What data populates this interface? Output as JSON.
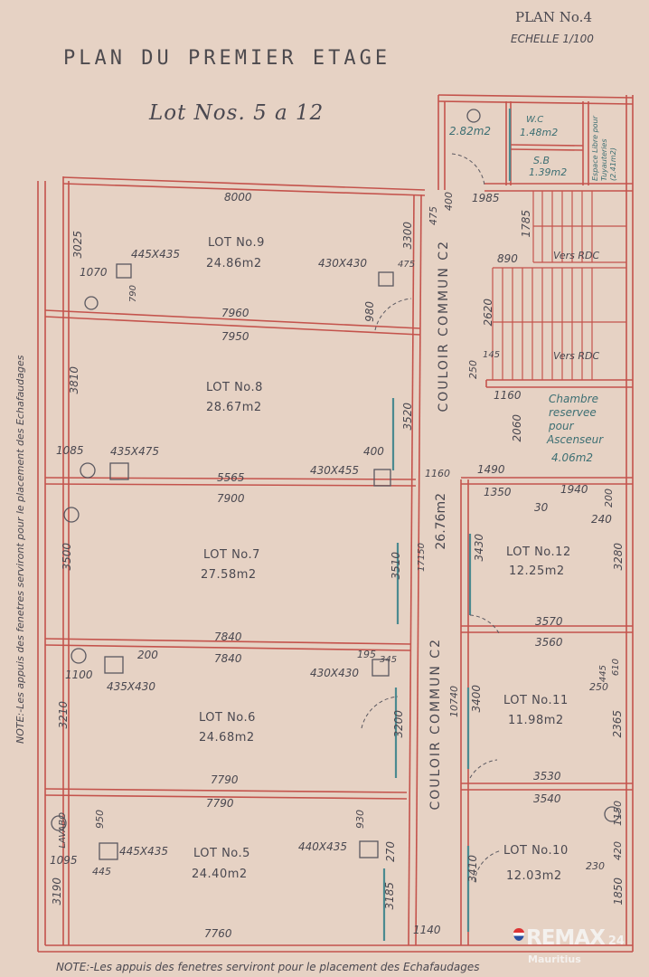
{
  "header": {
    "plan_no": "PLAN No.4",
    "scale": "ECHELLE 1/100",
    "title": "PLAN DU PREMIER ETAGE",
    "subtitle": "Lot Nos. 5 a 12"
  },
  "notes": {
    "left": "NOTE:-Les appuis des fenetres serviront pour le placement des Echafaudages",
    "bottom": "NOTE:-Les appuis des fenetres serviront pour le placement des Echafaudages"
  },
  "rooms": [
    {
      "name": "LOT No.9",
      "area": "24.86m2"
    },
    {
      "name": "LOT No.8",
      "area": "28.67m2"
    },
    {
      "name": "LOT No.7",
      "area": "27.58m2"
    },
    {
      "name": "LOT No.6",
      "area": "24.68m2"
    },
    {
      "name": "LOT No.5",
      "area": "24.40m2"
    },
    {
      "name": "LOT No.12",
      "area": "12.25m2"
    },
    {
      "name": "LOT No.11",
      "area": "11.98m2"
    },
    {
      "name": "LOT No.10",
      "area": "12.03m2"
    }
  ],
  "service": {
    "lobby_area": "2.82m2",
    "wc": "W.C",
    "wc_area": "1.48m2",
    "sb": "S.B",
    "sb_area": "1.39m2",
    "espace": "Espace Libre pour Tuyauteries (2.41m2)",
    "stairs1": "Vers RDC",
    "stairs2": "Vers RDC",
    "lift1": "Chambre",
    "lift2": "reservee",
    "lift3": "pour",
    "lift4": "Ascenseur",
    "lift_area": "4.06m2",
    "corridor1": "COULOIR COMMUN C2",
    "corridor2": "COULOIR COMMUN C2",
    "corridor_area": "26.76m2",
    "lavabo": "LAVABO"
  },
  "dims": [
    "8000",
    "3025",
    "445X435",
    "1070",
    "790",
    "430X430",
    "475",
    "3300",
    "980",
    "7960",
    "7950",
    "3810",
    "1085",
    "435X475",
    "400",
    "3520",
    "430X455",
    "5565",
    "7900",
    "3500",
    "3510",
    "7840",
    "200",
    "7840",
    "195",
    "1100",
    "430X430",
    "345",
    "435X430",
    "3210",
    "3200",
    "7790",
    "7790",
    "950",
    "930",
    "1095",
    "445X435",
    "440X435",
    "270",
    "445",
    "3190",
    "3185",
    "7760",
    "1140",
    "1985",
    "400",
    "475",
    "1785",
    "890",
    "2620",
    "145",
    "250",
    "1160",
    "2060",
    "1490",
    "1160",
    "1350",
    "1940",
    "30",
    "200",
    "240",
    "17150",
    "3430",
    "3280",
    "3570",
    "3560",
    "610",
    "445",
    "250",
    "3400",
    "10740",
    "2365",
    "3530",
    "3540",
    "1150",
    "420",
    "230",
    "3410",
    "1850"
  ],
  "watermark": {
    "brand": "REMAX",
    "number": "24",
    "country": "Mauritius"
  }
}
